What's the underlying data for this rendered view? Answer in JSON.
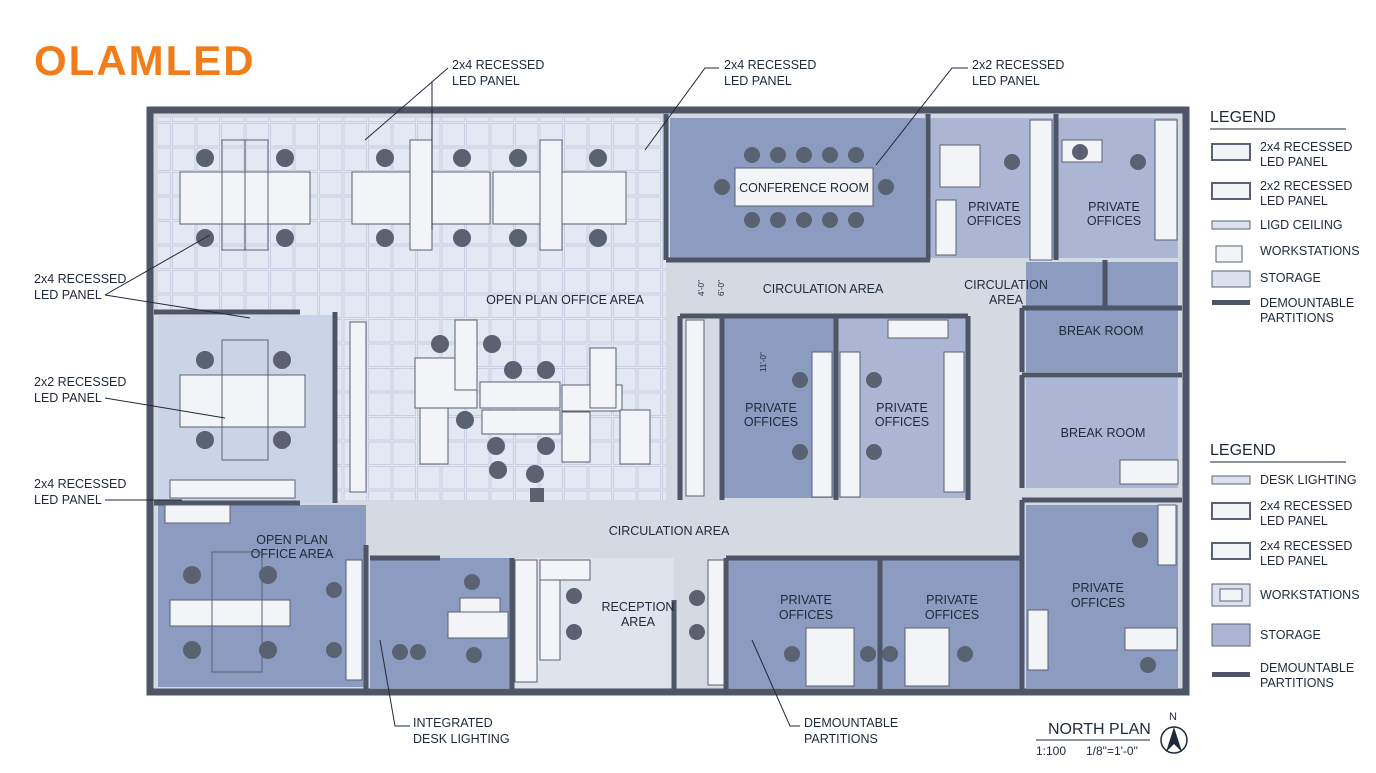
{
  "brand": {
    "logo_text": "OLAMLED",
    "color": "#f07d1a"
  },
  "colors": {
    "wall": "#4d5566",
    "room_dark": "#8c9cc0",
    "room_mid": "#aab6d3",
    "room_light": "#cbd3e6",
    "open_floor": "#dfe5f1",
    "circulation": "#d4d9e2",
    "furniture": "#f2f4f8",
    "chair": "#5a6272"
  },
  "callouts": {
    "top_1": [
      "2x4 RECESSED",
      "LED PANEL"
    ],
    "top_2": [
      "2x4 RECESSED",
      "LED PANEL"
    ],
    "top_3": [
      "2x2 RECESSED",
      "LED PANEL"
    ],
    "left_1": [
      "2x4 RECESSED",
      "LED PANEL"
    ],
    "left_2": [
      "2x2 RECESSED",
      "LED PANEL"
    ],
    "left_3": [
      "2x4 RECESSED",
      "LED PANEL"
    ],
    "bottom_1": [
      "INTEGRATED",
      "DESK LIGHTING"
    ],
    "bottom_2": [
      "DEMOUNTABLE",
      "PARTITIONS"
    ]
  },
  "rooms": {
    "conference": "CONFERENCE ROOM",
    "private_tr1": [
      "PRIVATE",
      "OFFICES"
    ],
    "private_tr2": [
      "PRIVATE",
      "OFFICES"
    ],
    "open_plan": "OPEN PLAN OFFICE AREA",
    "circulation_top": "CIRCULATION AREA",
    "circulation_right": [
      "CIRCULATION",
      "AREA"
    ],
    "break_1": "BREAK ROOM",
    "break_2": "BREAK ROOM",
    "private_mid1": [
      "PRIVATE",
      "OFFICES"
    ],
    "private_mid2": [
      "PRIVATE",
      "OFFICES"
    ],
    "circulation_bottom": "CIRCULATION AREA",
    "open_plan_left": [
      "OPEN PLAN",
      "OFFICE AREA"
    ],
    "reception": [
      "RECEPTION",
      "AREA"
    ],
    "private_b1": [
      "PRIVATE",
      "OFFICES"
    ],
    "private_b2": [
      "PRIVATE",
      "OFFICES"
    ],
    "private_br": [
      "PRIVATE",
      "OFFICES"
    ]
  },
  "dimensions": {
    "d1": "4'-0\"",
    "d2": "6'-0\"",
    "d3": "11'-0\""
  },
  "legend1": {
    "title": "LEGEND",
    "items": [
      [
        "2x4 RECESSED",
        "LED PANEL"
      ],
      [
        "2x2 RECESSED",
        "LED PANEL"
      ],
      [
        "LIGD CEILING"
      ],
      [
        "WORKSTATIONS"
      ],
      [
        "STORAGE"
      ],
      [
        "DEMOUNTABLE",
        "PARTITIONS"
      ]
    ]
  },
  "legend2": {
    "title": "LEGEND",
    "items": [
      [
        "DESK LIGHTING"
      ],
      [
        "2x4 RECESSED",
        "LED PANEL"
      ],
      [
        "2x4 RECESSED",
        "LED PANEL"
      ],
      [
        "WORKSTATIONS"
      ],
      [
        "STORAGE"
      ],
      [
        "DEMOUNTABLE",
        "PARTITIONS"
      ]
    ]
  },
  "plan_title": "NORTH PLAN",
  "scale": {
    "ratio": "1:100",
    "imperial": "1/8\"=1'-0\""
  },
  "north_letter": "N"
}
